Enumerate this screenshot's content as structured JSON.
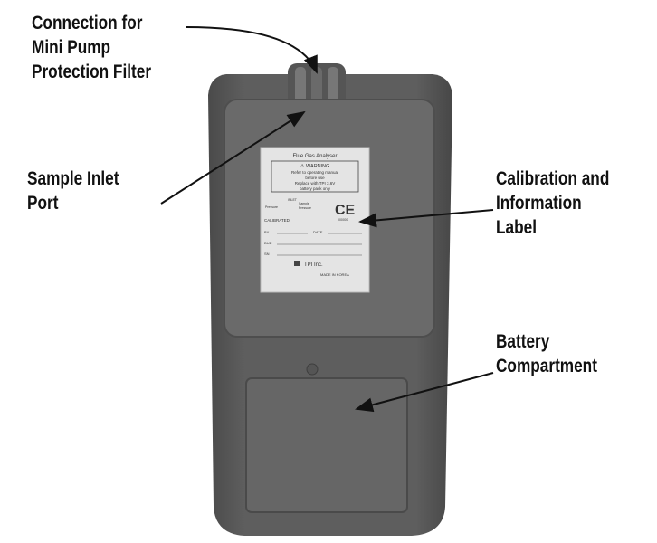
{
  "callouts": {
    "connection": [
      "Connection for",
      "Mini Pump",
      "Protection Filter"
    ],
    "sample_inlet": [
      "Sample  Inlet",
      "Port"
    ],
    "calibration": [
      "Calibration and",
      "Information",
      "Label"
    ],
    "battery": [
      "Battery",
      "Compartment"
    ]
  },
  "label": {
    "title": "Flue Gas Analyser",
    "warning": "⚠ WARNING",
    "warning_lines": [
      "Refer to operating manual",
      "before use",
      "Replace with TPI 3.6V",
      "battery pack only"
    ],
    "inlet": "INLET",
    "pressure_left": "Pressure",
    "pressure_right": "Pressure",
    "sample": "Sample",
    "ce": "CE",
    "ce_sub": "000000",
    "calibrated": "CALIBRATED",
    "by": "BY",
    "date": "DATE",
    "due": "DUE",
    "sn": "SN",
    "brand": "TPI Inc.",
    "made_in": "MADE IN KOREA"
  }
}
